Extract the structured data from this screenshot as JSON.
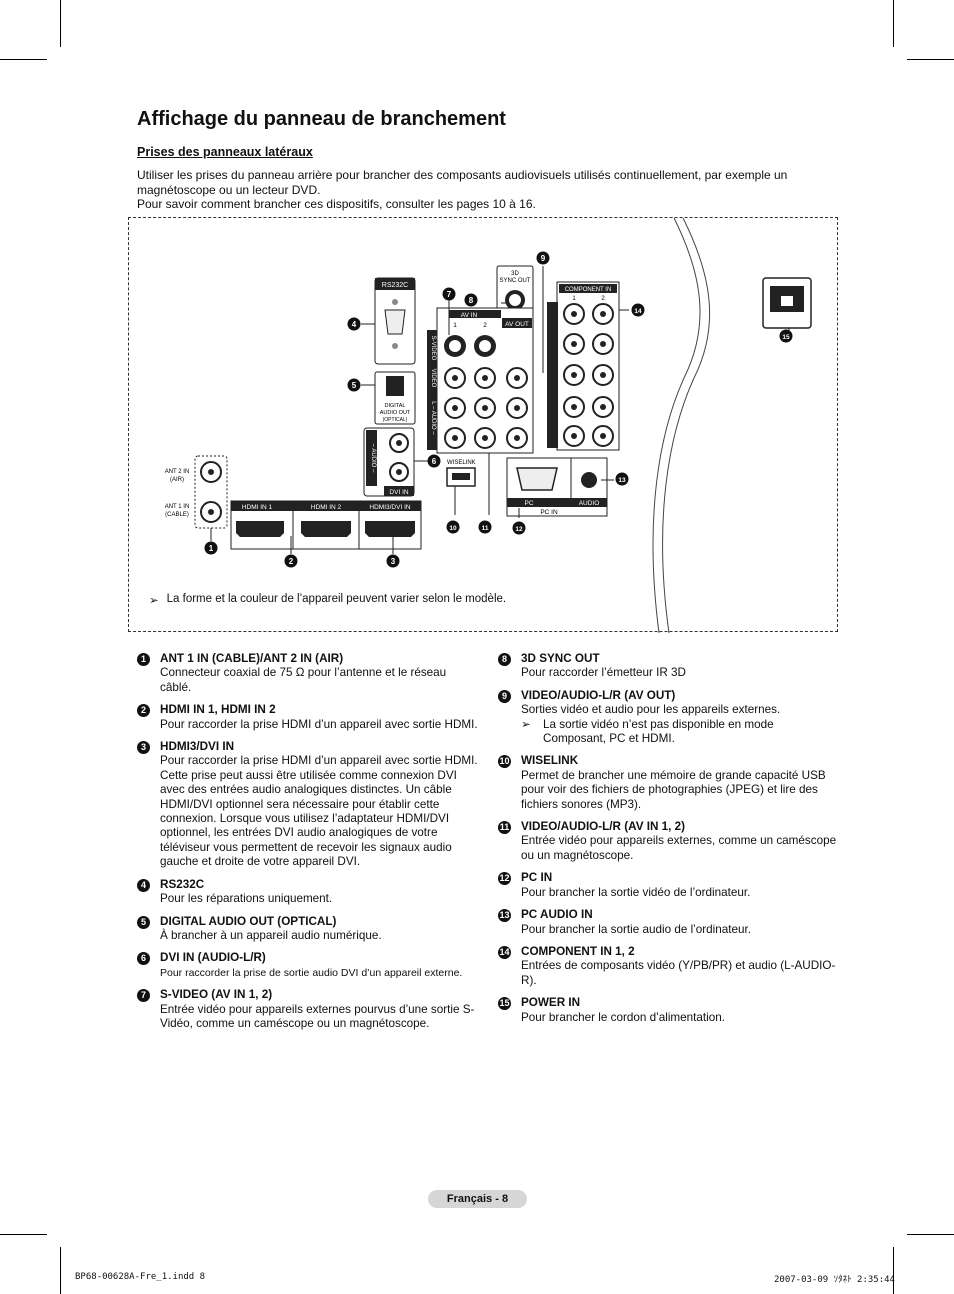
{
  "page": {
    "title": "Affichage du panneau de branchement",
    "subtitle": "Prises des panneaux latéraux",
    "intro_1": "Utiliser les prises du panneau arrière pour brancher des composants audiovisuels utilisés continuellement, par exemple un magnétoscope ou un lecteur DVD.",
    "intro_2": "Pour savoir comment brancher ces dispositifs, consulter les pages 10 à 16.",
    "note": "La forme et la couleur de l’appareil peuvent varier selon le modèle.",
    "note_arrow": "➢",
    "footer": "Français - 8",
    "print_left": "BP68-00628A-Fre_1.indd   8",
    "print_right": "2007-03-09   ｿﾀﾈﾄ 2:35:44"
  },
  "diagram": {
    "rs232c": "RS232C",
    "digital_audio_out": "DIGITAL",
    "digital_audio_out_2": "AUDIO OUT",
    "digital_audio_out_3": "(OPTICAL)",
    "audio_vert": "– AUDIO –",
    "dvi_in": "DVI IN",
    "ant2": "ANT 2 IN",
    "ant2_sub": "(AIR)",
    "ant1": "ANT 1 IN",
    "ant1_sub": "(CABLE)",
    "hdmi1": "HDMI IN 1",
    "hdmi2": "HDMI IN 2",
    "hdmi3": "HDMI3/DVI IN",
    "sync_3d": "3D",
    "sync_out": "SYNC OUT",
    "av_in": "AV IN",
    "av_out": "AV OUT",
    "one": "1",
    "two": "2",
    "svideo": "S-VIDEO",
    "video": "VIDEO",
    "l_audio": "L – AUDIO –",
    "wiselink": "WISELINK",
    "component_in": "COMPONENT IN",
    "pc": "PC",
    "audio": "AUDIO",
    "pc_in": "PC IN",
    "callouts": [
      "1",
      "2",
      "3",
      "4",
      "5",
      "6",
      "7",
      "8",
      "9",
      "10",
      "11",
      "12",
      "13",
      "14",
      "15"
    ]
  },
  "legend": [
    {
      "n": "1",
      "name": "ANT 1 IN (CABLE)/ANT 2 IN (AIR)",
      "desc": "Connecteur coaxial de 75 Ω pour l’antenne et le réseau câblé."
    },
    {
      "n": "2",
      "name": "HDMI IN 1, HDMI IN 2",
      "desc": "Pour raccorder la prise HDMI d’un appareil avec sortie HDMI."
    },
    {
      "n": "3",
      "name": "HDMI3/DVI IN",
      "desc": "Pour raccorder la prise HDMI d’un appareil avec sortie HDMI. Cette prise peut aussi être utilisée comme connexion DVI avec des entrées audio analogiques distinctes. Un câble HDMI/DVI optionnel sera nécessaire pour établir cette connexion. Lorsque vous utilisez l’adaptateur HDMI/DVI optionnel, les entrées DVI audio analogiques de votre téléviseur vous permettent de recevoir les signaux audio gauche et droite de votre appareil DVI."
    },
    {
      "n": "4",
      "name": "RS232C",
      "desc": "Pour les réparations uniquement."
    },
    {
      "n": "5",
      "name": "DIGITAL AUDIO OUT (OPTICAL)",
      "desc": "À brancher à un appareil audio numérique."
    },
    {
      "n": "6",
      "name": "DVI IN (AUDIO-L/R)",
      "desc": "Pour raccorder la prise de sortie audio DVI d’un appareil externe."
    },
    {
      "n": "7",
      "name": "S-VIDEO (AV IN 1, 2)",
      "desc": "Entrée vidéo pour appareils externes pourvus d’une sortie S-Vidéo, comme un caméscope ou un magnétoscope."
    },
    {
      "n": "8",
      "name": "3D SYNC OUT",
      "desc": "Pour raccorder l’émetteur IR 3D"
    },
    {
      "n": "9",
      "name": "VIDEO/AUDIO-L/R (AV OUT)",
      "desc": "Sorties vidéo et audio pour les appareils externes.",
      "note": "La sortie vidéo n’est pas disponible en mode Composant, PC et HDMI."
    },
    {
      "n": "10",
      "name": "WISELINK",
      "desc": "Permet de brancher une mémoire de grande capacité USB pour voir des fichiers de photographies (JPEG) et lire des fichiers sonores (MP3)."
    },
    {
      "n": "11",
      "name": "VIDEO/AUDIO-L/R (AV IN 1, 2)",
      "desc": "Entrée vidéo pour appareils externes, comme un caméscope ou un magnétoscope."
    },
    {
      "n": "12",
      "name": "PC IN",
      "desc": "Pour brancher la sortie vidéo de l’ordinateur."
    },
    {
      "n": "13",
      "name": "PC AUDIO IN",
      "desc": "Pour brancher la sortie audio de l’ordinateur."
    },
    {
      "n": "14",
      "name": "COMPONENT IN 1, 2",
      "desc": "Entrées de composants vidéo (Y/PB/PR) et audio (L-AUDIO-R)."
    },
    {
      "n": "15",
      "name": "POWER IN",
      "desc": "Pour brancher le cordon d’alimentation."
    }
  ]
}
